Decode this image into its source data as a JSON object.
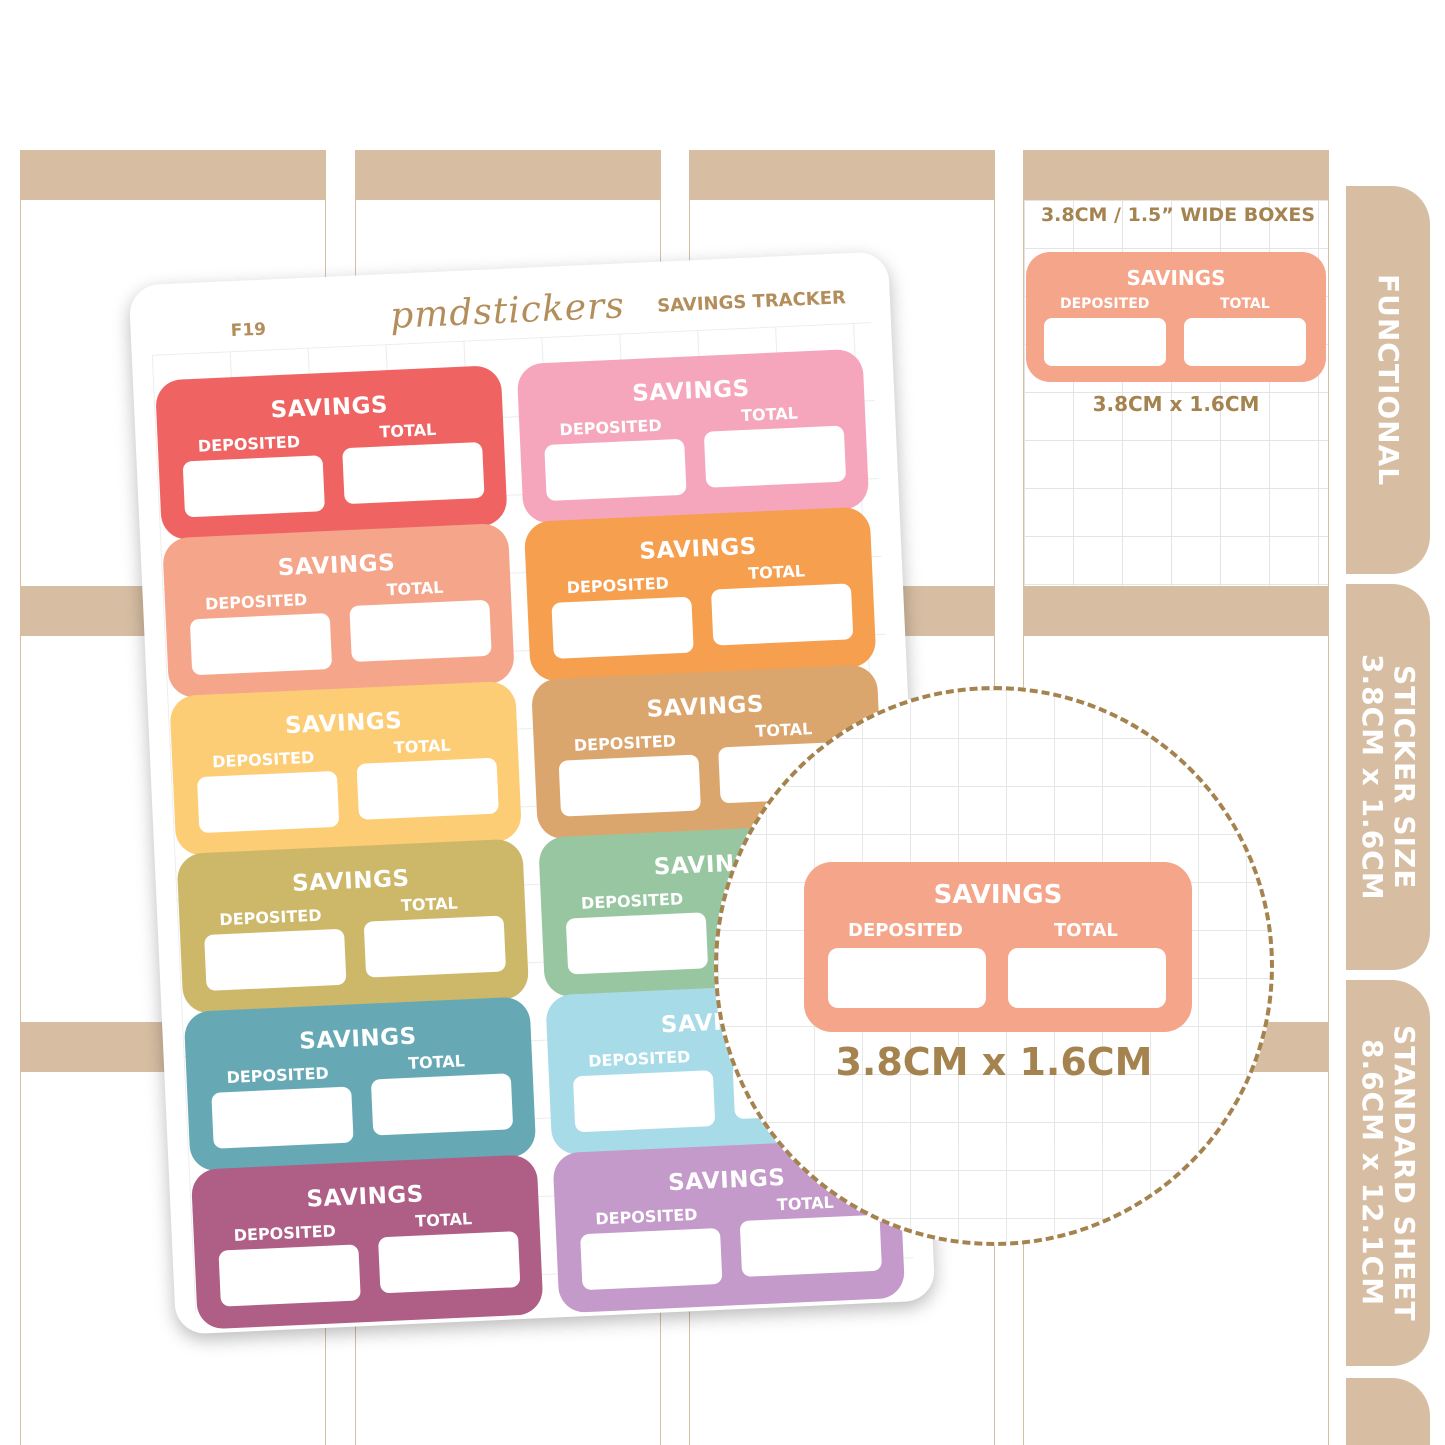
{
  "colors": {
    "band": "#d7bea3",
    "accent_text": "#a5834f"
  },
  "sheet": {
    "code": "F19",
    "brand": "pmdstickers",
    "title": "SAVINGS TRACKER"
  },
  "sticker_labels": {
    "title": "SAVINGS",
    "deposited": "DEPOSITED",
    "total": "TOTAL"
  },
  "stickers": [
    {
      "color": "#ef6463"
    },
    {
      "color": "#f5a6bc"
    },
    {
      "color": "#f5a58a"
    },
    {
      "color": "#f59f4f"
    },
    {
      "color": "#fccd75"
    },
    {
      "color": "#dba66d"
    },
    {
      "color": "#cdb86a"
    },
    {
      "color": "#98c6a1"
    },
    {
      "color": "#66a9b5"
    },
    {
      "color": "#a8dbe8"
    },
    {
      "color": "#af5e86"
    },
    {
      "color": "#c39ac9"
    }
  ],
  "preview": {
    "header": "3.8CM / 1.5” WIDE BOXES",
    "dimension": "3.8CM x 1.6CM"
  },
  "zoom": {
    "dimension": "3.8CM x 1.6CM"
  },
  "tabs": {
    "functional": "FUNCTIONAL",
    "sticker_size_line1": "STICKER SIZE",
    "sticker_size_line2": "3.8CM x 1.6CM",
    "standard_sheet_line1": "STANDARD SHEET",
    "standard_sheet_line2": "8.6CM x 12.1CM"
  }
}
